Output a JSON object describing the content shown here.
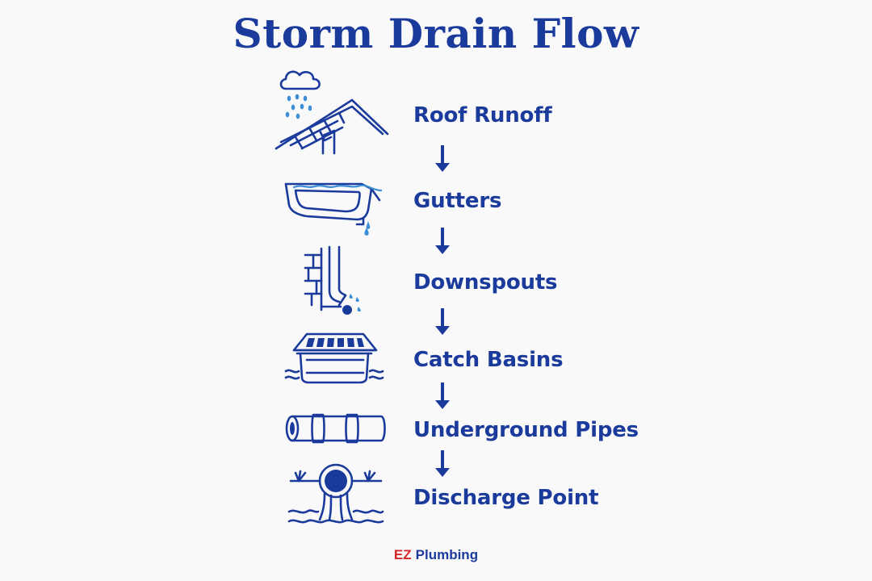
{
  "title": "Storm Drain Flow",
  "colors": {
    "primary": "#1a3a9c",
    "water": "#3c8fd6",
    "brand_accent": "#d62828",
    "background": "#f9f9f9"
  },
  "steps": [
    {
      "label": "Roof Runoff",
      "icon": "roof-rain-icon"
    },
    {
      "label": "Gutters",
      "icon": "gutter-icon"
    },
    {
      "label": "Downspouts",
      "icon": "downspout-icon"
    },
    {
      "label": "Catch Basins",
      "icon": "catch-basin-icon"
    },
    {
      "label": "Underground Pipes",
      "icon": "pipe-icon"
    },
    {
      "label": "Discharge Point",
      "icon": "discharge-outlet-icon"
    }
  ],
  "brand": {
    "accent": "EZ",
    "name": "Plumbing"
  }
}
